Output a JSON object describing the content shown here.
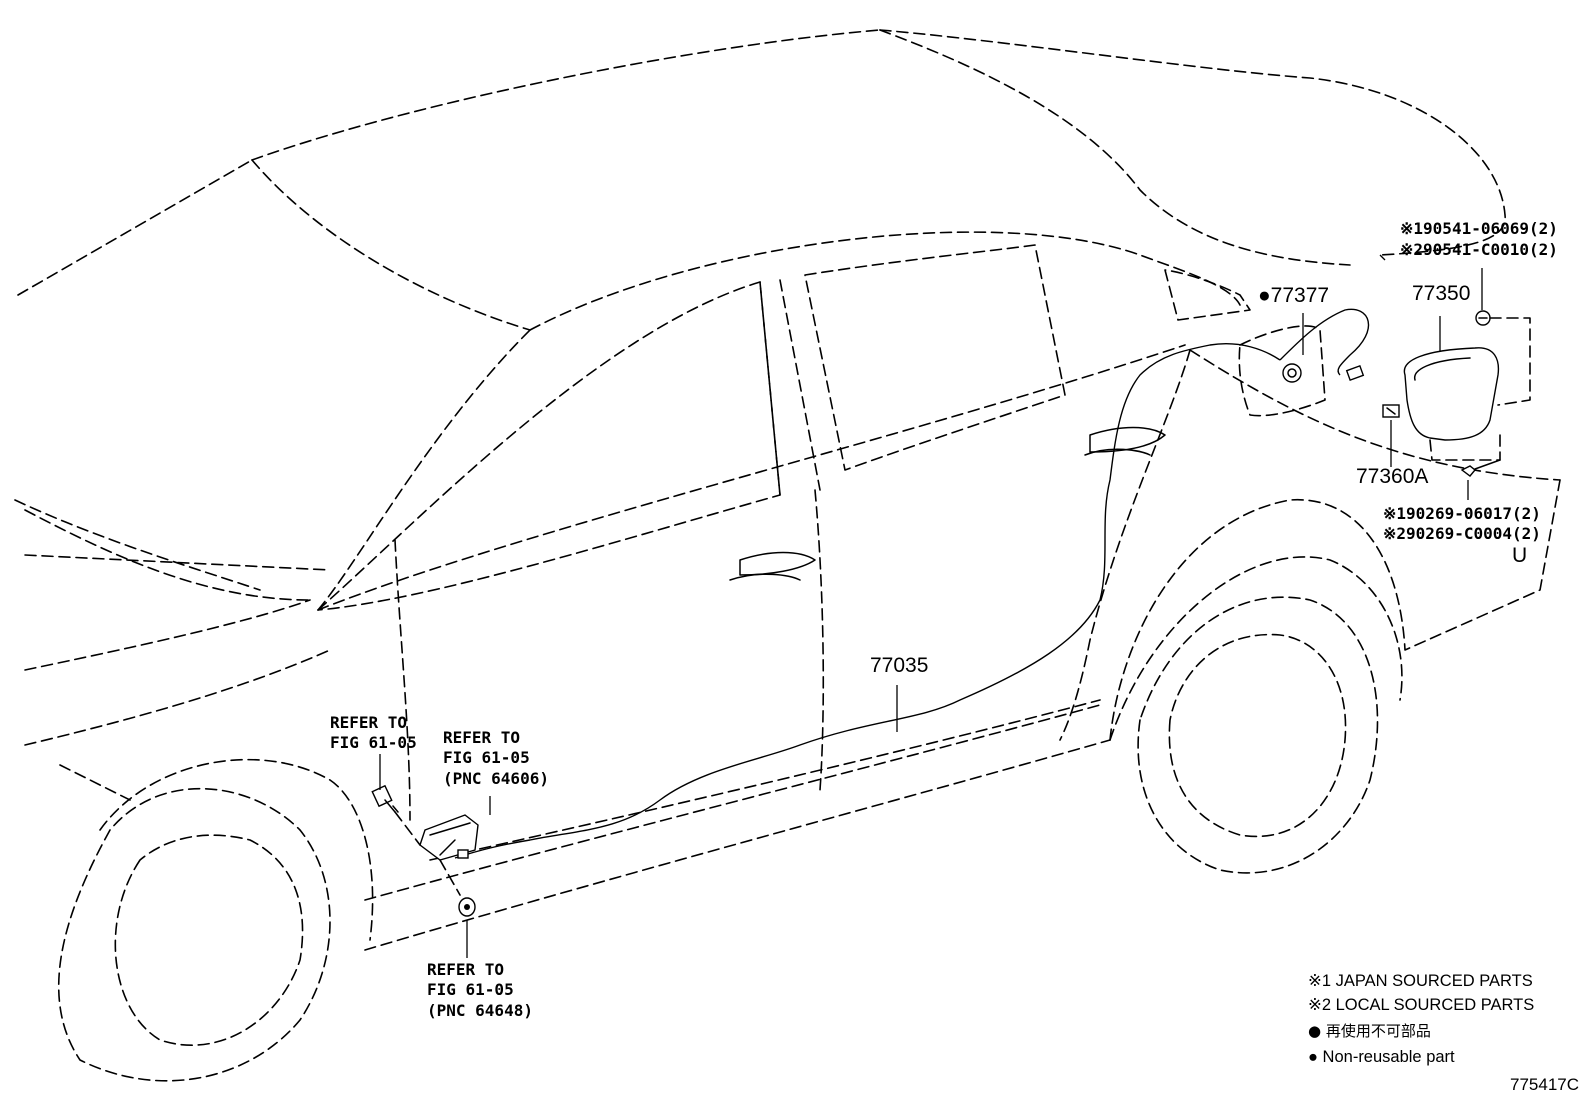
{
  "parts": {
    "p77377": "●77377",
    "p77350": "77350",
    "p77360A": "77360A",
    "p77035": "77035",
    "screw_top_1": "※190541-06069(2)",
    "screw_top_2": "※290541-C0010(2)",
    "clip_1": "※190269-06017(2)",
    "clip_2": "※290269-C0004(2)"
  },
  "refs": {
    "ref1_line1": "REFER TO",
    "ref1_line2": "FIG 61-05",
    "ref2_line1": "REFER TO",
    "ref2_line2": "FIG 61-05",
    "ref2_line3": "(PNC 64606)",
    "ref3_line1": "REFER TO",
    "ref3_line2": "FIG 61-05",
    "ref3_line3": "(PNC 64648)"
  },
  "legend": {
    "japan": "※1 JAPAN SOURCED PARTS",
    "local": "※2 LOCAL SOURCED PARTS",
    "nonreuse_ja": "● 再使用不可部品",
    "nonreuse_en": "● Non-reusable part"
  },
  "marks": {
    "corner_u": "U",
    "figure_code": "775417C"
  }
}
